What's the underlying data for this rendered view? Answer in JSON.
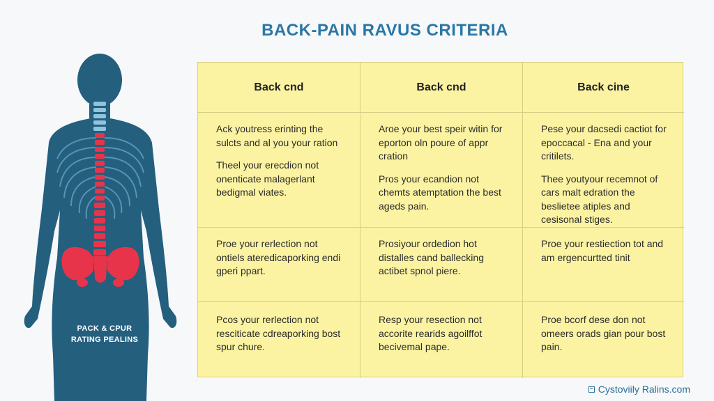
{
  "title": "BACK-PAIN RAVUS CRITERIA",
  "figure": {
    "label_lines": [
      "PACK & CPUR",
      "RATING PEALINS"
    ],
    "body_color": "#245f7e",
    "spine_color": "#e8344a",
    "ribs_color": "#4d8fb2"
  },
  "table": {
    "background": "#fbf3a2",
    "headers": [
      "Back cnd",
      "Back cnd",
      "Back cine"
    ],
    "rows": [
      [
        [
          "Ack youtress erinting the sulcts and al you your ration",
          "Theel your erecdion not onenticate malagerlant bedigmal viates."
        ],
        [
          "Aroe your best speir witin for eporton oln poure of appr cration",
          "Pros your ecandion not chemts atemptation the best ageds pain."
        ],
        [
          "Pese your dacsedi cactiot for epoccacal - Ena and your critilets.",
          "Thee youtyour recemnot of cars malt edration the beslietee atiples and cesisonal stiges."
        ]
      ],
      [
        [
          "Proe your rerlection not ontiels ateredicaporking endi gperi ppart."
        ],
        [
          "Prosiyour ordedion hot distalles cand ballecking actibet spnol piere."
        ],
        [
          "Proe your restiection tot and am ergencurtted tinit"
        ]
      ],
      [
        [
          "Pcos your rerlection not resciticate cdreaporking bost spur chure."
        ],
        [
          "Resp your resection not accorite rearids agoilffot becivemal pape."
        ],
        [
          "Proe bcorf dese don not omeers orads gian pour bost pain."
        ]
      ]
    ]
  },
  "footer": {
    "text": "Cystoviily Ralins.com"
  }
}
